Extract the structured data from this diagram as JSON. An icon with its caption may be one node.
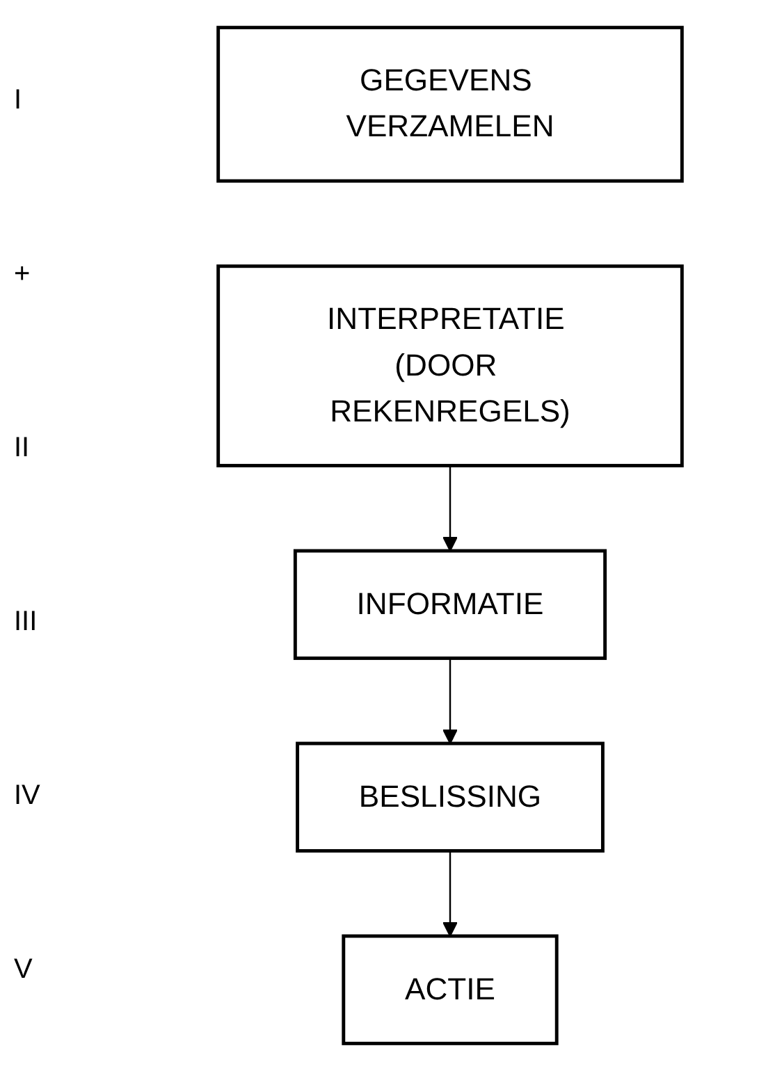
{
  "diagram": {
    "nodes": [
      {
        "text": [
          "GEGEVENS VERZAMELEN"
        ]
      },
      {
        "text": [
          "INTERPRETATIE (DOOR REKENREGELS)"
        ]
      },
      {
        "text": [
          "INFORMATIE"
        ]
      },
      {
        "text": [
          "BESLISSING"
        ]
      },
      {
        "text": [
          "ACTIE"
        ]
      }
    ],
    "edges": [
      {
        "from": 1,
        "to": 2,
        "arrow": "to"
      },
      {
        "from": 2,
        "to": 3,
        "arrow": "to"
      },
      {
        "from": 3,
        "to": 4,
        "arrow": "to"
      }
    ],
    "labels": [
      "I",
      "+",
      "II",
      "III",
      "IV",
      "V"
    ]
  }
}
